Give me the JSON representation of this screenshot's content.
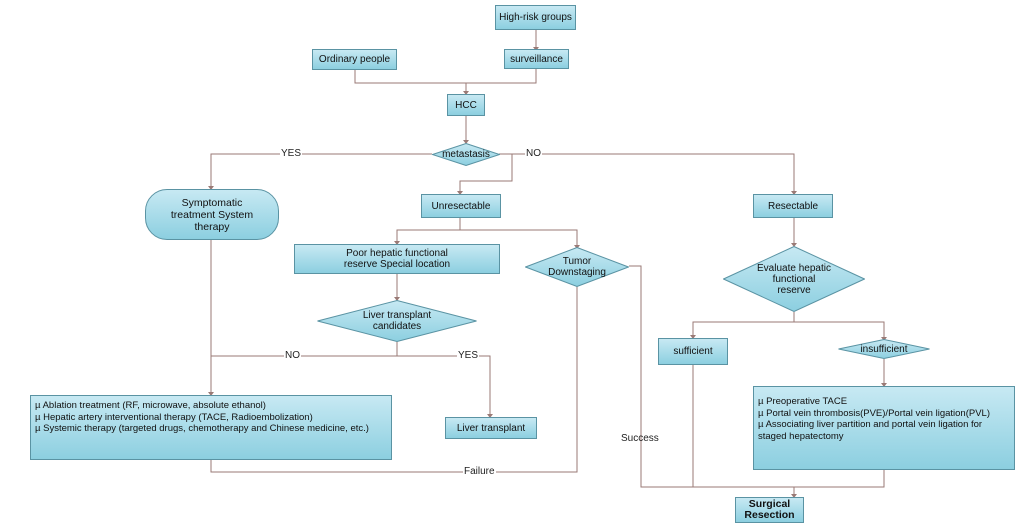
{
  "nodes": {
    "high_risk": "High-risk groups",
    "surveillance": "surveillance",
    "ordinary": "Ordinary people",
    "hcc": "HCC",
    "metastasis": "metastasis",
    "symptomatic": "Symptomatic treatment System therapy",
    "unresectable": "Unresectable",
    "resectable": "Resectable",
    "poor_reserve": "Poor hepatic functional reserve Special location",
    "tumor_downstaging": "Tumor Downstaging",
    "evaluate": "Evaluate hepatic functional reserve",
    "transplant_candidates": "Liver transplant candidates",
    "sufficient": "sufficient",
    "insufficient": "insufficient",
    "liver_transplant": "Liver transplant",
    "surgical_resection": "Surgical Resection"
  },
  "lists": {
    "left_treatments": [
      "µ Ablation treatment (RF, microwave, absolute ethanol)",
      "µ Hepatic artery interventional therapy (TACE, Radioembolization)",
      "µ Systemic therapy (targeted drugs, chemotherapy and Chinese medicine, etc.)"
    ],
    "right_treatments": [
      "µ Preoperative TACE",
      "µ Portal vein thrombosis(PVE)/Portal vein ligation(PVL)",
      "µ Associating liver partition and portal vein ligation for staged hepatectomy"
    ]
  },
  "edge_labels": {
    "yes_metastasis": "YES",
    "no_metastasis": "NO",
    "no_transplant": "NO",
    "yes_transplant": "YES",
    "failure": "Failure",
    "success": "Success"
  }
}
